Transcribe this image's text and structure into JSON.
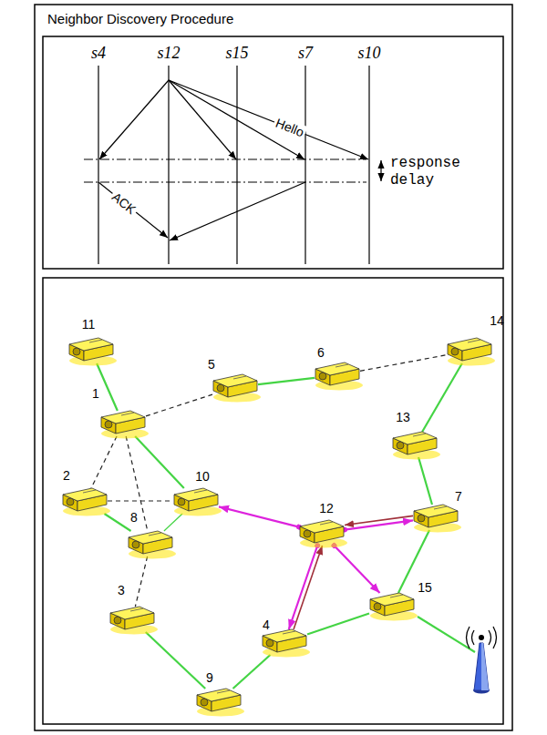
{
  "diagram": {
    "title": "Neighbor Discovery Procedure",
    "nodes": [
      {
        "text": [
          "11"
        ]
      },
      {
        "text": [
          "14"
        ]
      },
      {
        "text": [
          "5"
        ]
      },
      {
        "text": [
          "6"
        ]
      },
      {
        "text": [
          "1"
        ]
      },
      {
        "text": [
          "13"
        ]
      },
      {
        "text": [
          "2"
        ]
      },
      {
        "text": [
          "10"
        ]
      },
      {
        "text": [
          "7"
        ]
      },
      {
        "text": [
          "12"
        ]
      },
      {
        "text": [
          "8"
        ]
      },
      {
        "text": [
          "15"
        ]
      },
      {
        "text": [
          "3"
        ]
      },
      {
        "text": [
          "4"
        ]
      },
      {
        "text": [
          "9"
        ]
      }
    ],
    "edges": [
      {
        "from": 0,
        "to": 4,
        "arrow": "none"
      },
      {
        "from": 4,
        "to": 7,
        "arrow": "none"
      },
      {
        "from": 6,
        "to": 10,
        "arrow": "none"
      },
      {
        "from": 10,
        "to": 7,
        "arrow": "none"
      },
      {
        "from": 12,
        "to": 14,
        "arrow": "none"
      },
      {
        "from": 14,
        "to": 13,
        "arrow": "none"
      },
      {
        "from": 13,
        "to": 11,
        "arrow": "none"
      },
      {
        "from": 11,
        "to": 8,
        "arrow": "none"
      },
      {
        "from": 8,
        "to": 5,
        "arrow": "none"
      },
      {
        "from": 5,
        "to": 1,
        "arrow": "none"
      },
      {
        "from": 2,
        "to": 3,
        "arrow": "none"
      },
      {
        "from": 4,
        "to": 2,
        "arrow": "none"
      },
      {
        "from": 3,
        "to": 1,
        "arrow": "none"
      },
      {
        "from": 4,
        "to": 6,
        "arrow": "none"
      },
      {
        "from": 6,
        "to": 7,
        "arrow": "none"
      },
      {
        "from": 4,
        "to": 10,
        "arrow": "none"
      },
      {
        "from": 10,
        "to": 12,
        "arrow": "none"
      },
      {
        "from": 9,
        "to": 7,
        "arrow": "to"
      },
      {
        "from": 9,
        "to": 8,
        "arrow": "to"
      },
      {
        "from": 9,
        "to": 11,
        "arrow": "to"
      },
      {
        "from": 9,
        "to": 13,
        "arrow": "to"
      },
      {
        "from": 13,
        "to": 9,
        "arrow": "to"
      },
      {
        "from": 8,
        "to": 9,
        "arrow": "to"
      }
    ],
    "labels": [
      "s4",
      "s12",
      "s15",
      "s7",
      "s10",
      "Hello",
      "ACK",
      "response delay"
    ]
  }
}
